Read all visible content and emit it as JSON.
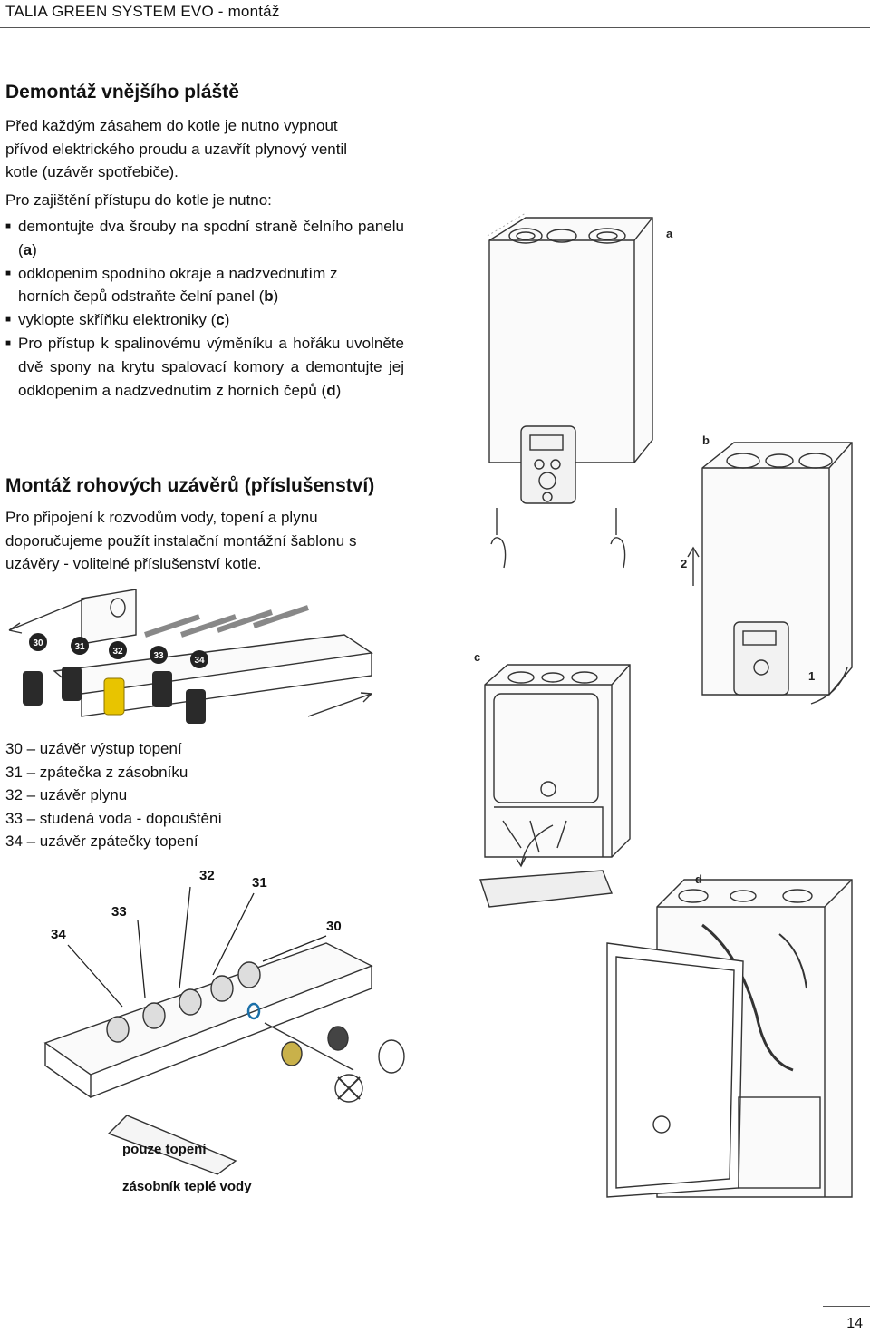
{
  "header": {
    "title": "TALIA GREEN SYSTEM EVO - montáž"
  },
  "section1": {
    "heading": "Demontáž vnějšího pláště",
    "intro_lines": [
      "Před každým zásahem do kotle je nutno vypnout",
      "přívod elektrického proudu a uzavřít plynový ventil",
      "kotle (uzávěr spotřebiče)."
    ],
    "access_line": "Pro zajištění přístupu do kotle je nutno:",
    "bullets": [
      {
        "text": "demontujte dva šrouby na spodní straně čelního panelu (",
        "ref": "a",
        "tail": ")"
      },
      {
        "text": "odklopením spodního okraje a nadzvednutím z horních čepů odstraňte čelní panel (",
        "ref": "b",
        "tail": ")"
      },
      {
        "text": "vyklopte skříňku elektroniky (",
        "ref": "c",
        "tail": ")"
      },
      {
        "text": "Pro přístup k spalinovému výměníku a hořáku uvolněte dvě spony na krytu spalovací komory a demontujte jej odklopením a nadzvednutím z horních čepů (",
        "ref": "d",
        "tail": ")"
      }
    ]
  },
  "section2": {
    "heading": "Montáž rohových uzávěrů (příslušenství)",
    "lines": [
      "Pro připojení k rozvodům vody, topení a plynu",
      "doporučujeme použít instalační montážní šablonu s",
      "uzávěry -  volitelné příslušenství kotle."
    ]
  },
  "legend": [
    "30 – uzávěr výstup topení",
    "31 – zpátečka z zásobníku",
    "32 – uzávěr plynu",
    "33 – studená voda - dopouštění",
    "34 – uzávěr zpátečky topení"
  ],
  "figure_labels": {
    "a": "a",
    "b": "b",
    "c": "c",
    "d": "d",
    "step1": "1",
    "step2": "2",
    "v30": "30",
    "v31": "31",
    "v32": "32",
    "v33": "33",
    "v34": "34",
    "heating_only": "pouze topení",
    "dhw_tank": "zásobník teplé vody"
  },
  "colors": {
    "gas_valve": "#e8c400",
    "valve_dark": "#2a2a2a",
    "line": "#333333"
  },
  "footer": {
    "page_number": "14"
  }
}
